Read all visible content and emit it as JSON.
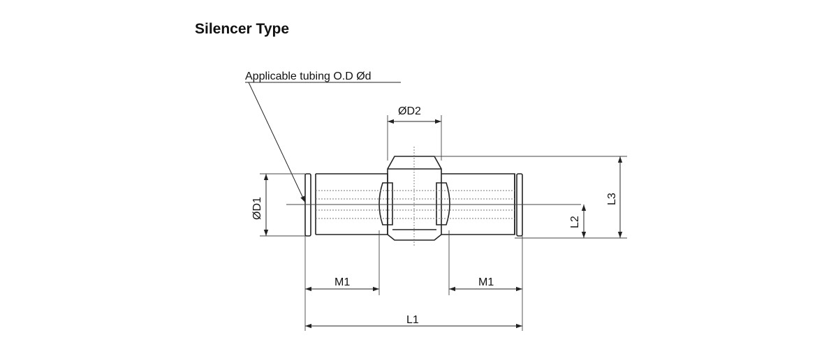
{
  "title": "Silencer Type",
  "annotation": "Applicable tubing O.D Ød",
  "dimensions": {
    "d2": "ØD2",
    "d1": "ØD1",
    "l3": "L3",
    "l2": "L2",
    "m1_left": "M1",
    "m1_right": "M1",
    "l1": "L1"
  }
}
